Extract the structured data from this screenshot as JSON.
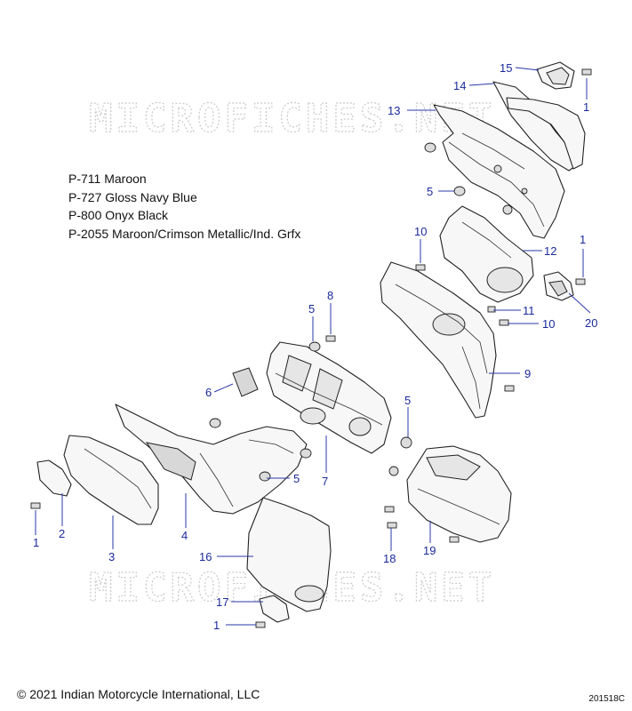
{
  "watermarks": [
    "MICROFICHES.NET",
    "MICROFICHES.NET"
  ],
  "legend": [
    "P-711 Maroon",
    "P-727 Gloss Navy Blue",
    "P-800 Onyx Black",
    "P-2055 Maroon/Crimson Metallic/Ind. Grfx"
  ],
  "callouts": [
    "15",
    "14",
    "1",
    "13",
    "5",
    "10",
    "12",
    "1",
    "8",
    "5",
    "11",
    "10",
    "20",
    "9",
    "6",
    "5",
    "7",
    "5",
    "4",
    "2",
    "1",
    "3",
    "16",
    "18",
    "19",
    "17",
    "1"
  ],
  "copyright": "© 2021 Indian Motorcycle International, LLC",
  "figure_id": "201518C",
  "colors": {
    "callout": "#1a2a9a",
    "linework": "#222222",
    "watermark": "#c9c9c9"
  }
}
